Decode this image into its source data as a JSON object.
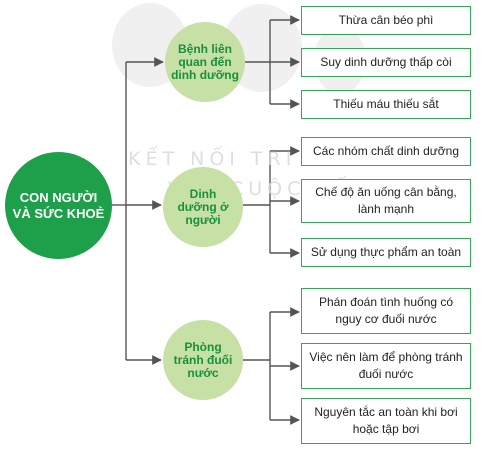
{
  "watermark": {
    "line1": "KẾT NỐI TRI THỨC",
    "line2": "VỚI CUỘC SỐNG"
  },
  "root": {
    "label": "CON NGƯỜI VÀ SỨC KHOẺ"
  },
  "branches": [
    {
      "label": "Bệnh liên quan đến dinh dưỡng",
      "items": [
        "Thừa cân béo phì",
        "Suy dinh dưỡng thấp còi",
        "Thiếu máu thiếu sắt"
      ]
    },
    {
      "label": "Dinh dưỡng ở người",
      "items": [
        "Các nhóm chất dinh dưỡng",
        "Chế độ ăn uống cân bằng, lành mạnh",
        "Sử dụng thực phẩm an toàn"
      ]
    },
    {
      "label": "Phòng tránh đuối nước",
      "items": [
        "Phán đoán tình huống có nguy cơ đuối nước",
        "Việc nên làm để phòng tránh đuối nước",
        "Nguyên tắc an toàn khi bơi hoặc tập bơi"
      ]
    }
  ],
  "colors": {
    "root_fill": "#1ea04a",
    "branch_fill": "#c6e0a6",
    "branch_text": "#1a8f3d",
    "leaf_border": "#34a853",
    "connector": "#555555"
  }
}
